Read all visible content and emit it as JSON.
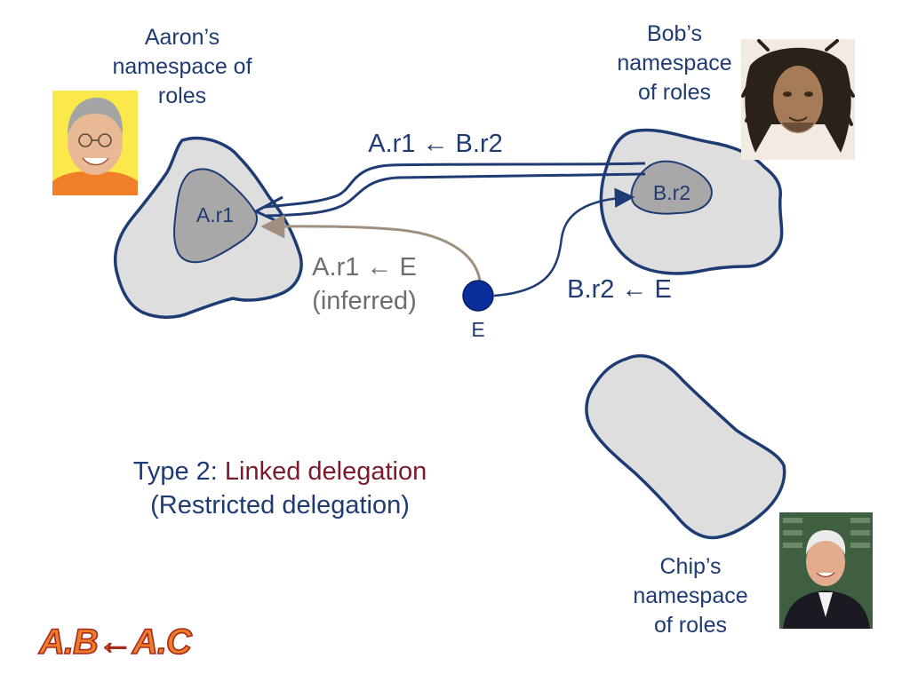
{
  "aaron": {
    "label_lines": [
      "Aaron’s",
      "namespace of",
      "roles"
    ],
    "role": "A.r1",
    "photo_icon": "person-photo-aaron"
  },
  "bob": {
    "label_lines": [
      "Bob’s",
      "namespace",
      "of roles"
    ],
    "role": "B.r2",
    "photo_icon": "person-photo-bob"
  },
  "chip": {
    "label_lines": [
      "Chip’s",
      "namespace",
      "of roles"
    ],
    "photo_icon": "person-photo-chip"
  },
  "edges": {
    "delegation_ab": "A.r1 ← B.r2",
    "inferred_line1": "A.r1 ← E",
    "inferred_line2": "(inferred)",
    "delegation_be": "B.r2 ← E"
  },
  "entity": {
    "label": "E"
  },
  "caption": {
    "prefix": "Type 2: ",
    "highlight": "Linked delegation",
    "line2": "(Restricted delegation)"
  },
  "logo": {
    "text": "A.B←A.C"
  },
  "colors": {
    "navy": "#1f3b73",
    "region_fill": "#dedede",
    "inner_fill": "#a8a8a8",
    "inferred_arrow": "#a08f7f",
    "entity_dot": "#0a2f9c",
    "highlight": "#7b1a2a",
    "logo_fill": "#ee7d2a",
    "logo_stroke": "#a62a1a"
  }
}
